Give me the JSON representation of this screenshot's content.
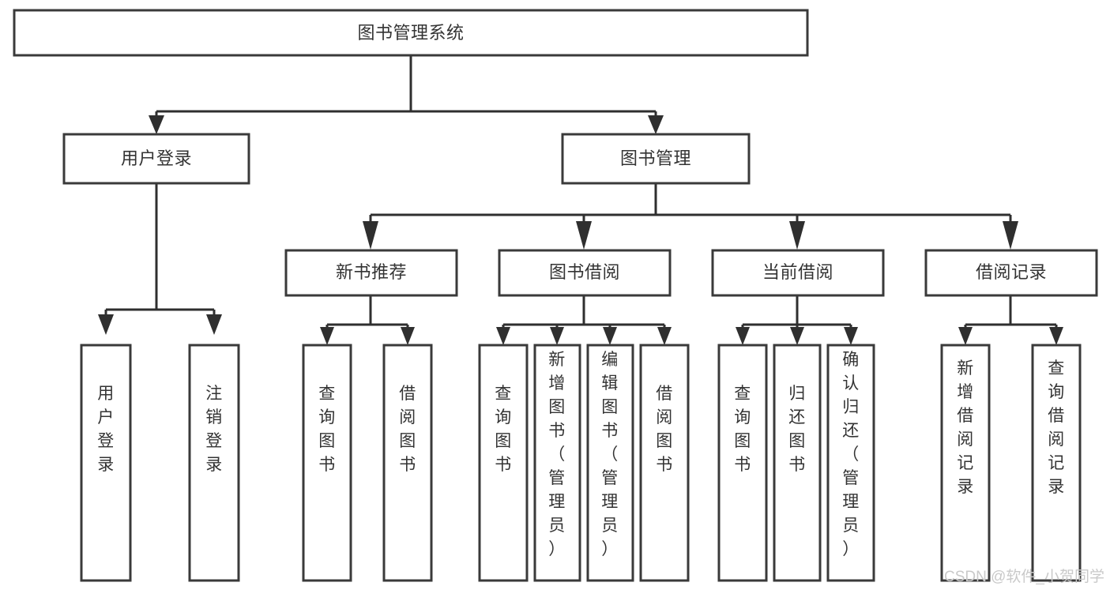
{
  "diagram": {
    "title": "图书管理系统",
    "type": "hierarchy-tree",
    "orientation": "top-down",
    "watermark": "CSDN @软件_小贺同学",
    "colors": {
      "box_stroke": "#3a3a3a",
      "box_fill": "#ffffff",
      "connector": "#2f2f2f",
      "text": "#333333",
      "watermark": "#c9c9c9",
      "background": "#ffffff"
    },
    "levels": [
      {
        "level": 1,
        "nodes": [
          {
            "id": "root",
            "label": "图书管理系统",
            "orientation": "horizontal"
          }
        ]
      },
      {
        "level": 2,
        "nodes": [
          {
            "id": "login",
            "label": "用户登录",
            "orientation": "horizontal",
            "parent": "root"
          },
          {
            "id": "bookmgmt",
            "label": "图书管理",
            "orientation": "horizontal",
            "parent": "root"
          }
        ]
      },
      {
        "level": 3,
        "nodes": [
          {
            "id": "newbook",
            "label": "新书推荐",
            "orientation": "horizontal",
            "parent": "bookmgmt"
          },
          {
            "id": "borrow",
            "label": "图书借阅",
            "orientation": "horizontal",
            "parent": "bookmgmt"
          },
          {
            "id": "current",
            "label": "当前借阅",
            "orientation": "horizontal",
            "parent": "bookmgmt"
          },
          {
            "id": "records",
            "label": "借阅记录",
            "orientation": "horizontal",
            "parent": "bookmgmt"
          }
        ]
      },
      {
        "level": 4,
        "nodes": [
          {
            "id": "leaf1",
            "label": "用户登录",
            "orientation": "vertical",
            "parent": "login"
          },
          {
            "id": "leaf2",
            "label": "注销登录",
            "orientation": "vertical",
            "parent": "login"
          },
          {
            "id": "leaf3",
            "label": "查询图书",
            "orientation": "vertical",
            "parent": "newbook"
          },
          {
            "id": "leaf4",
            "label": "借阅图书",
            "orientation": "vertical",
            "parent": "newbook"
          },
          {
            "id": "leaf5",
            "label": "查询图书",
            "orientation": "vertical",
            "parent": "borrow"
          },
          {
            "id": "leaf6",
            "label": "新增图书（管理员）",
            "orientation": "vertical",
            "parent": "borrow"
          },
          {
            "id": "leaf7",
            "label": "编辑图书（管理员）",
            "orientation": "vertical",
            "parent": "borrow"
          },
          {
            "id": "leaf8",
            "label": "借阅图书",
            "orientation": "vertical",
            "parent": "borrow"
          },
          {
            "id": "leaf9",
            "label": "查询图书",
            "orientation": "vertical",
            "parent": "current"
          },
          {
            "id": "leaf10",
            "label": "归还图书",
            "orientation": "vertical",
            "parent": "current"
          },
          {
            "id": "leaf11",
            "label": "确认归还（管理员）",
            "orientation": "vertical",
            "parent": "current"
          },
          {
            "id": "leaf12",
            "label": "新增借阅记录",
            "orientation": "vertical",
            "parent": "records"
          },
          {
            "id": "leaf13",
            "label": "查询借阅记录",
            "orientation": "vertical",
            "parent": "records"
          }
        ]
      }
    ]
  }
}
